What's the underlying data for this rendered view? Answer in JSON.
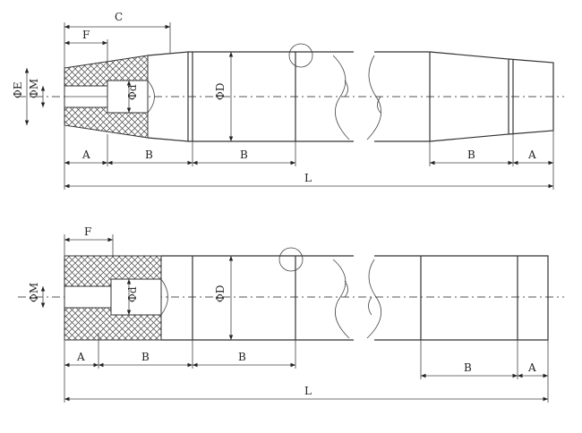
{
  "top_view": {
    "labels": {
      "C": "C",
      "F": "F",
      "E": "ΦE",
      "M": "ΦM",
      "d": "Φd",
      "D": "ΦD",
      "L": "L"
    },
    "bottom_dims": [
      "A",
      "B",
      "B",
      "B",
      "A"
    ]
  },
  "bottom_view": {
    "labels": {
      "F": "F",
      "M": "ΦM",
      "d": "Φd",
      "D": "ΦD",
      "L": "L"
    },
    "bottom_dims": [
      "A",
      "B",
      "B",
      "B",
      "A"
    ]
  }
}
